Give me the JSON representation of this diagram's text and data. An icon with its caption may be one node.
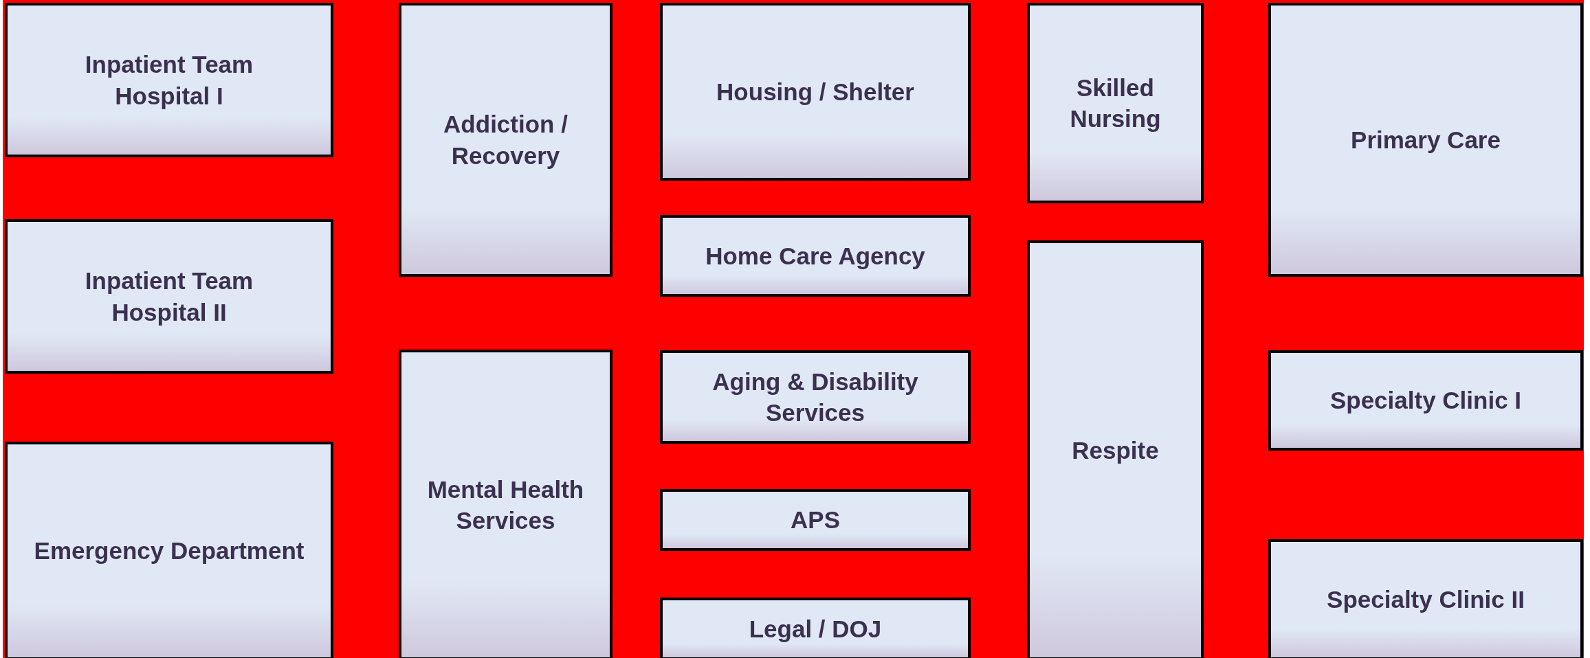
{
  "diagram": {
    "nodes": [
      {
        "text": [
          "Inpatient Team Hospital I"
        ]
      },
      {
        "text": [
          "Inpatient Team Hospital II"
        ]
      },
      {
        "text": [
          "Emergency Department"
        ]
      },
      {
        "text": [
          "Addiction / Recovery"
        ]
      },
      {
        "text": [
          "Mental Health Services"
        ]
      },
      {
        "text": [
          "Housing / Shelter"
        ]
      },
      {
        "text": [
          "Home Care Agency"
        ]
      },
      {
        "text": [
          "Aging & Disability Services"
        ]
      },
      {
        "text": [
          "APS"
        ]
      },
      {
        "text": [
          "Legal / DOJ"
        ]
      },
      {
        "text": [
          "Skilled Nursing"
        ]
      },
      {
        "text": [
          "Respite"
        ]
      },
      {
        "text": [
          "Primary Care"
        ]
      },
      {
        "text": [
          "Specialty Clinic I"
        ]
      },
      {
        "text": [
          "Specialty Clinic II"
        ]
      }
    ]
  }
}
